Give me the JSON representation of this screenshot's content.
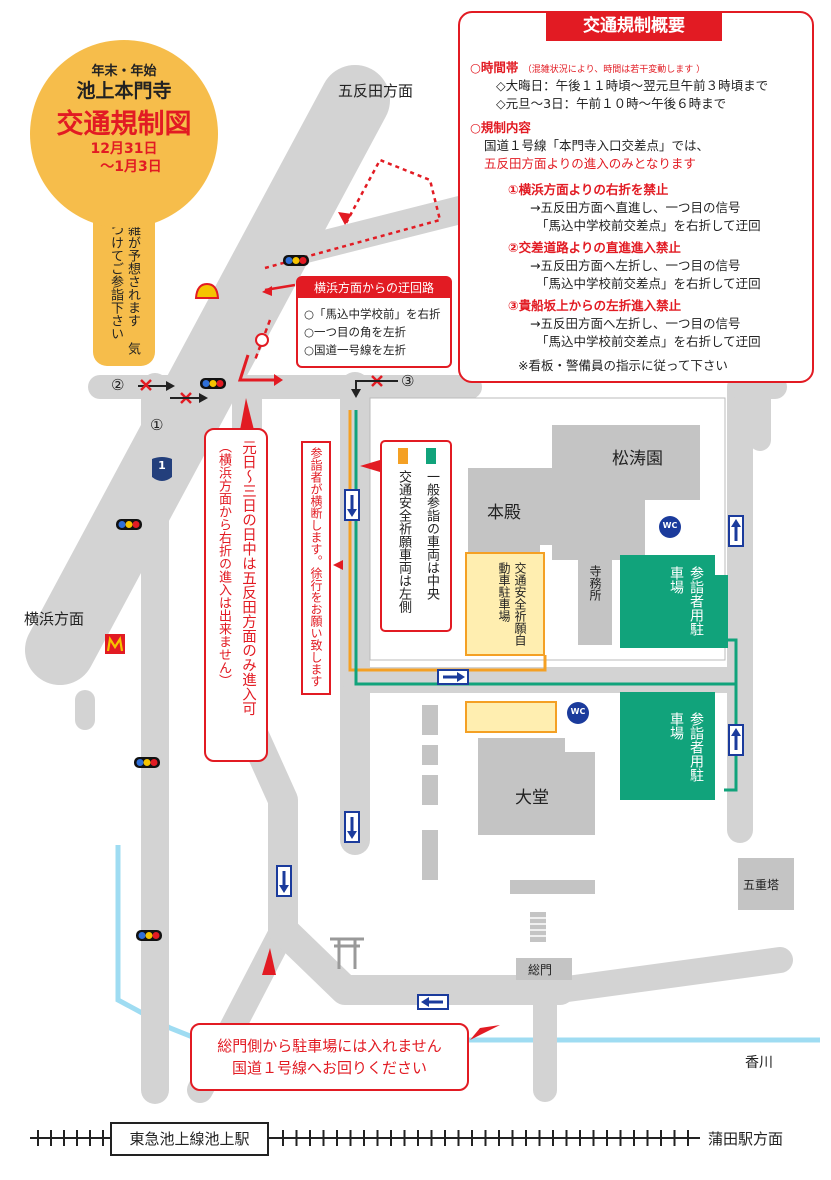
{
  "title_badge": {
    "line1": "年末・年始",
    "line2": "池上本門寺",
    "line3": "交通規制図",
    "line4": "12月31日",
    "line5": "～1月3日",
    "advice": "混雑が予想されます 気をつけてご参詣下さい"
  },
  "summary": {
    "title": "交通規制概要",
    "time_heading": "○時間帯",
    "time_note": "（混雑状況により、時間は若干変動します ）",
    "time_1": "◇大晦日：午後１１時頃～翌元旦午前３時頃まで",
    "time_2": "◇元旦～3日：午前１０時～午後６時まで",
    "content_heading": "○規制内容",
    "content_1": "国道１号線「本門寺入口交差点」では、",
    "content_2": "五反田方面よりの進入のみとなります",
    "rule1_title": "①横浜方面よりの右折を禁止",
    "rule1_a": "→五反田方面へ直進し、一つ目の信号",
    "rule1_b": "「馬込中学校前交差点」を右折して迂回",
    "rule2_title": "②交差道路よりの直進進入禁止",
    "rule2_a": "→五反田方面へ左折し、一つ目の信号",
    "rule2_b": "「馬込中学校前交差点」を右折して迂回",
    "rule3_title": "③貴船坂上からの左折進入禁止",
    "rule3_a": "→五反田方面へ左折し、一つ目の信号",
    "rule3_b": "「馬込中学校前交差点」を右折して迂回",
    "footer": "※看板・警備員の指示に従って下さい"
  },
  "detour": {
    "title": "横浜方面からの迂回路",
    "step1": "○「馬込中学校前」を右折",
    "step2": "○一つ目の角を左折",
    "step3": "○国道一号線を左折"
  },
  "places": {
    "gotanda": "五反田方面",
    "yokohama": "横浜方面",
    "shotoen": "松涛園",
    "honden": "本殿",
    "jimusho": "寺務所",
    "daido": "大堂",
    "gojunoto": "五重塔",
    "somon": "総門",
    "kagawa": "香川",
    "station": "東急池上線池上駅",
    "kamata": "蒲田駅方面",
    "parking1": "参詣者用駐車場",
    "parking2": "参詣者用駐車場",
    "safety_parking": "交通安全祈願自動車駐車場",
    "wc": "WC",
    "route_shield": "1",
    "num1": "①",
    "num2": "②",
    "num3": "③"
  },
  "notes": {
    "right_turn": "元日～三日の日中は五反田方面のみ進入可",
    "right_turn_sub": "（横浜方面から右折の進入は出来ません）",
    "pedestrians": "参詣者が横断します。徐行をお願い致します",
    "lane_general": "一般参詣の車両は中央",
    "lane_safety": "交通安全祈願車両は左側",
    "somon_note1": "総門側から駐車場には入れません",
    "somon_note2": "国道１号線へお回りください"
  },
  "colors": {
    "road": "#d3d3d3",
    "building": "#c4c4c4",
    "parking": "#11a37b",
    "safety_parking": "#ffeeb0",
    "accent_red": "#e21b23",
    "badge": "#f6bd4b",
    "lane_orange": "#f4a024",
    "lane_green": "#11a37b",
    "river": "#9fdcf2",
    "arrow_blue": "#1b3b9c"
  },
  "icons": [
    "traffic-signal-icon",
    "shell-logo-icon",
    "mcdonalds-logo-icon",
    "torii-icon",
    "wc-icon",
    "one-way-arrow-icon",
    "no-entry-x-icon",
    "route-1-shield-icon"
  ]
}
